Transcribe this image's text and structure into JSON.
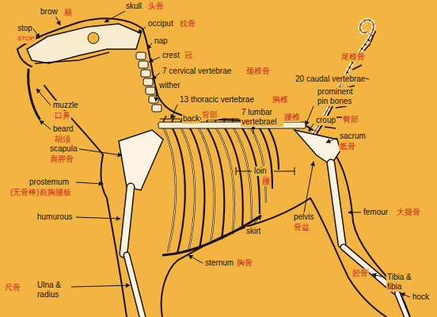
{
  "diagram": {
    "labels": [
      "brow",
      "额",
      "stop",
      "STOP",
      "skull",
      "头骨",
      "occiput",
      "枕骨",
      "nap",
      "crest",
      "冠",
      "7 cervical vertebrae",
      "颈椎骨",
      "wither",
      "13 thoracic vertebrae",
      "胸椎",
      "back",
      "背部",
      "7 lumbar vertebrael",
      "腰椎",
      "尾椎骨",
      "20 caudal vertebrae",
      "prominent pin bones",
      "croup",
      "臀部",
      "sacrum",
      "骶骨",
      "loin",
      "腰",
      "pelvis",
      "骨盆",
      "femour",
      "大腿骨",
      "skirt",
      "muzzle",
      "口鼻",
      "beard",
      "胡须",
      "scapula",
      "肩胛骨",
      "prostemum",
      "(无骨棒)前胸腰板",
      "humurous",
      "sternum",
      "胸骨",
      "尺骨",
      "Ulna & radius",
      "胫骨",
      "Tibia & fibia",
      "hock"
    ]
  }
}
